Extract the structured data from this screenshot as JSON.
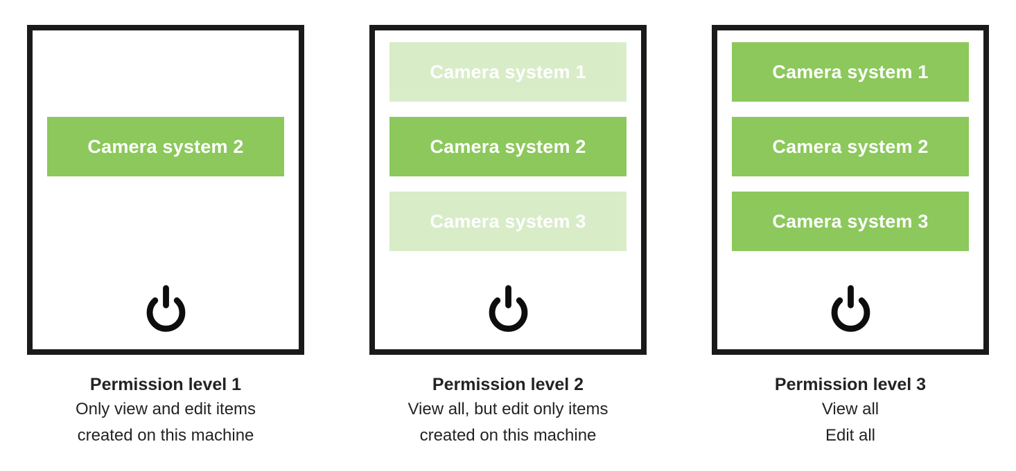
{
  "colors": {
    "accent": "#8cc85c",
    "border": "#1a1a1a",
    "text": "#232323",
    "button_text": "#ffffff"
  },
  "icons": {
    "power": "power-icon"
  },
  "panels": [
    {
      "caption_title": "Permission level 1",
      "caption_line1": "Only view and edit items",
      "caption_line2": "created on this machine",
      "screen": {
        "buttons": [
          {
            "label": "",
            "state": "hidden"
          },
          {
            "label": "Camera system 2",
            "state": "active"
          },
          {
            "label": "",
            "state": "hidden"
          }
        ]
      }
    },
    {
      "caption_title": "Permission level 2",
      "caption_line1": "View all, but edit only items",
      "caption_line2": "created on this machine",
      "screen": {
        "buttons": [
          {
            "label": "Camera system 1",
            "state": "faded"
          },
          {
            "label": "Camera system 2",
            "state": "active"
          },
          {
            "label": "Camera system 3",
            "state": "faded"
          }
        ]
      }
    },
    {
      "caption_title": "Permission level 3",
      "caption_line1": "View all",
      "caption_line2": "Edit all",
      "screen": {
        "buttons": [
          {
            "label": "Camera system 1",
            "state": "active"
          },
          {
            "label": "Camera system 2",
            "state": "active"
          },
          {
            "label": "Camera system 3",
            "state": "active"
          }
        ]
      }
    }
  ]
}
